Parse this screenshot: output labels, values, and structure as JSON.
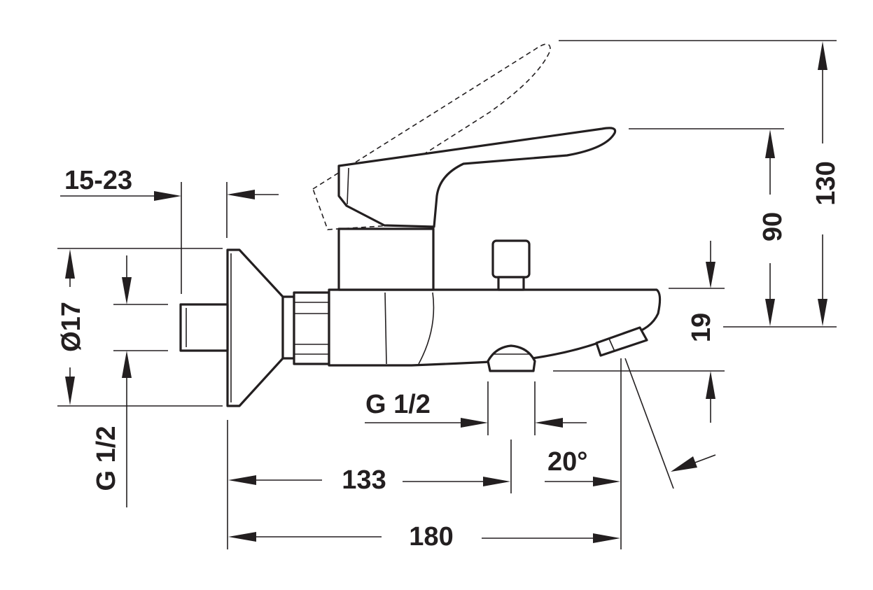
{
  "labels": {
    "flange_depth": "15-23",
    "diameter": "Ø17",
    "thread_left": "G 1/2",
    "thread_bottom": "G 1/2",
    "spout_height": "19",
    "handle_height": "90",
    "total_height": "130",
    "length_133": "133",
    "length_180": "180",
    "angle": "20°"
  },
  "colors": {
    "ink": "#231f20",
    "paper": "#ffffff"
  }
}
